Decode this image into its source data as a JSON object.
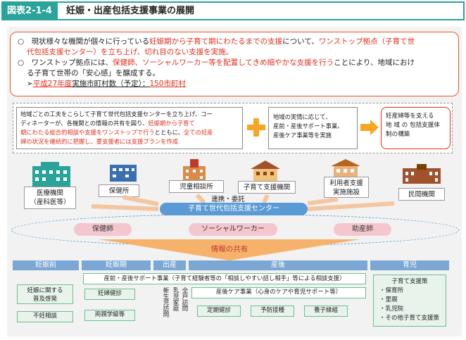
{
  "header": {
    "tag": "図表2-1-4",
    "title": "妊娠・出産包括支援事業の展開"
  },
  "overview": {
    "line1_a": "○　現状様々な機関が個々に行っている",
    "line1_b": "妊娠期から子育て期にわたるまでの支援",
    "line1_c": "について、",
    "line1_d": "ワンストップ拠点（子育て世",
    "line2_a": "代包括支援センター）を立ち上げ、",
    "line2_b": "切れ目のない支援を実施。",
    "line3_a": "○　ワンストップ拠点には、",
    "line3_b": "保健師、ソーシャルワーカー等を配置してきめ細やかな支援を行う",
    "line3_c": "ことにより、地域におけ",
    "line4": "る子育て世帯の「安心感」を醸成する。",
    "line5_a": "➢",
    "line5_b": "平成27年度",
    "line5_c": "実施市町村数（予定）：",
    "line5_d": "150市町村"
  },
  "flow": {
    "box1_a": "地域ごとの工夫をこらして子育て世代包括支援センターを立ち上げ、コー",
    "box1_b": "ディネーターが、各機関との情報の共有を図り、",
    "box1_c": "妊娠期から子育て",
    "box1_d": "期にわたる総合的相談や支援をワンストップで行う",
    "box1_e": "とともに、",
    "box1_f": "全ての妊産",
    "box1_g": "婦の状況を継続的に把握し、要支援者には支援プランを作成",
    "box2": [
      "地域の実情に応じて、",
      "産前・産後サポート事業、",
      "産後ケア事業等を実施"
    ],
    "box3": [
      "妊産婦等を支える",
      "地 域 の 包括支援体",
      "制の構築"
    ]
  },
  "institutions": {
    "medical": [
      "医療機関",
      "（産科医等）"
    ],
    "health_center": "保健所",
    "child_guidance": "児童相談所",
    "childcare_org": "子育て支援機関",
    "user_support": [
      "利用者支援",
      "実施施設"
    ],
    "private": "民間機関",
    "cooperation": "連携・委託",
    "center": "子育て世代包括支援センター"
  },
  "staff": [
    "保健師",
    "ソーシャルワーカー",
    "助産師"
  ],
  "info_share": "情報の共有",
  "timeline": {
    "stages": [
      "妊娠前",
      "妊娠期",
      "出産",
      "産後",
      "育児"
    ],
    "pre": [
      "妊娠に関する普及啓発",
      "不妊相談"
    ],
    "preg": [
      "妊婦健診",
      "両親学級等"
    ],
    "birth_vertical": "全戸訪問",
    "birth_vertical2": "乳児家庭",
    "birth_vertical3": "新生児訪問",
    "support_event": "産前・産後サポート事業（子育て経験者等の「相談しやすい話し相手」等による相談支援）",
    "postcare": "産後ケア事業（心身のケアや育児サポート等）",
    "post_items": [
      "定期健診",
      "予防接種",
      "養子縁組"
    ],
    "childcare_title": "子育て支援策",
    "childcare_items": [
      "・保育所",
      "・里親",
      "・乳児院",
      "・その他子育て支援策"
    ]
  },
  "colors": {
    "teal": "#2aa39a",
    "red": "#e0301e",
    "blue": "#5b9bd5",
    "orange": "#f39c12",
    "pink": "#f4c7cf"
  }
}
